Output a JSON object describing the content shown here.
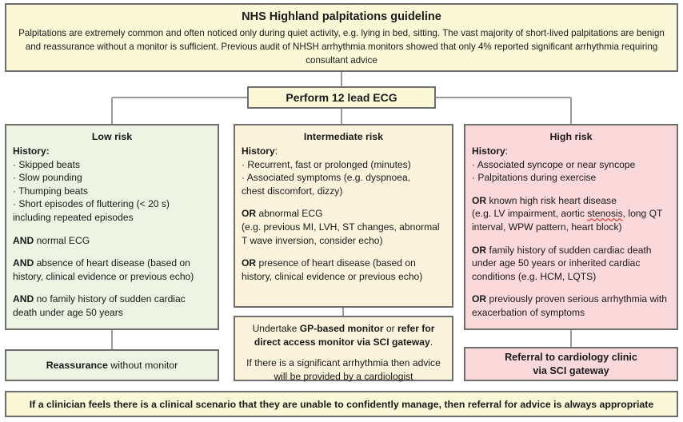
{
  "header": {
    "title": "NHS Highland palpitations guideline",
    "body": "Palpitations are extremely common and often noticed only during quiet activity, e.g. lying in bed, sitting. The vast majority of short-lived palpitations are benign and reassurance without a monitor is sufficient. Previous audit of NHSH arrhythmia monitors showed that only 4% reported significant arrhythmia requiring consultant advice"
  },
  "ecg_step": {
    "label": "Perform 12 lead ECG"
  },
  "columns": {
    "low": {
      "title": "Low risk",
      "history_label": "History:",
      "bullets": [
        "· Skipped beats",
        "· Slow pounding",
        "· Thumping beats",
        "· Short episodes of fluttering (< 20 s)",
        "including repeated episodes"
      ],
      "criteria": [
        {
          "connector": "AND",
          "text": " normal ECG"
        },
        {
          "connector": "AND",
          "text": " absence of heart disease (based on history, clinical evidence or previous echo)"
        },
        {
          "connector": "AND",
          "text": " no family history of sudden cardiac death under age 50 years"
        }
      ]
    },
    "intermediate": {
      "title": "Intermediate risk",
      "history_label": "History",
      "history_colon": ":",
      "bullets": [
        "· Recurrent, fast or prolonged (minutes)",
        "· Associated symptoms (e.g. dyspnoea,",
        "chest discomfort, dizzy)"
      ],
      "criteria": [
        {
          "connector": "OR",
          "text": " abnormal ECG",
          "sub": "(e.g. previous MI, LVH, ST changes, abnormal T wave inversion, consider echo)"
        },
        {
          "connector": "OR",
          "text": " presence of heart disease (based on history, clinical evidence or previous echo)"
        }
      ]
    },
    "high": {
      "title": "High risk",
      "history_label": "History",
      "history_colon": ":",
      "bullets": [
        "· Associated syncope or near syncope",
        "· Palpitations during exercise"
      ],
      "criteria": [
        {
          "connector": "OR",
          "text": " known high risk heart disease",
          "sub_pre": "(e.g. LV impairment, aortic ",
          "sub_flag": "stenosis",
          "sub_post": ", long QT interval, WPW pattern, heart block)"
        },
        {
          "connector": "OR",
          "text": " family history of sudden cardiac death under age 50 years or inherited cardiac conditions (e.g. HCM, LQTS)"
        },
        {
          "connector": "OR",
          "text": " previously proven serious arrhythmia with exacerbation of symptoms"
        }
      ]
    }
  },
  "outcomes": {
    "reassurance": {
      "bold": "Reassurance",
      "rest": " without monitor"
    },
    "monitor": {
      "line1_pre": "Undertake ",
      "line1_bold1": "GP-based monitor",
      "line1_mid": " or ",
      "line1_bold2": "refer for direct access monitor via SCI gateway",
      "line1_post": ".",
      "line2": "If there is a significant arrhythmia then advice will be provided by a cardiologist"
    },
    "referral": {
      "line1": "Referral to cardiology clinic",
      "line2": "via SCI gateway"
    }
  },
  "footer": {
    "text": "If a clinician feels there is a clinical scenario that they are unable to confidently manage, then referral for advice is always appropriate"
  },
  "colors": {
    "header_fill": "#fbf8d8",
    "low_fill": "#edf4e3",
    "intermediate_fill": "#fcf3dc",
    "high_fill": "#fbd8d9",
    "border": "#6e6e6e",
    "connector": "#9a9a9a"
  }
}
